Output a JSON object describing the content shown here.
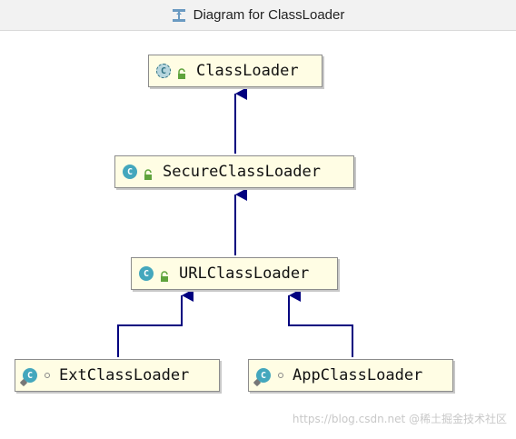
{
  "window": {
    "title": "Diagram for ClassLoader",
    "title_icon": "uml-diagram-icon"
  },
  "nodes": [
    {
      "id": "ClassLoader",
      "label": "ClassLoader",
      "kind": "abstract-class",
      "visibility": "public"
    },
    {
      "id": "SecureClassLoader",
      "label": "SecureClassLoader",
      "kind": "class",
      "visibility": "public"
    },
    {
      "id": "URLClassLoader",
      "label": "URLClassLoader",
      "kind": "class",
      "visibility": "public"
    },
    {
      "id": "ExtClassLoader",
      "label": "ExtClassLoader",
      "kind": "inner-class",
      "visibility": "package-private"
    },
    {
      "id": "AppClassLoader",
      "label": "AppClassLoader",
      "kind": "inner-class",
      "visibility": "package-private"
    }
  ],
  "edges": [
    {
      "from": "SecureClassLoader",
      "to": "ClassLoader",
      "type": "extends"
    },
    {
      "from": "URLClassLoader",
      "to": "SecureClassLoader",
      "type": "extends"
    },
    {
      "from": "ExtClassLoader",
      "to": "URLClassLoader",
      "type": "extends"
    },
    {
      "from": "AppClassLoader",
      "to": "URLClassLoader",
      "type": "extends"
    }
  ],
  "colors": {
    "node_fill": "#fffde4",
    "edge": "#00007f",
    "class_icon": "#44a7bd",
    "public_lock": "#5fa33c"
  },
  "watermark": "https://blog.csdn.net @稀土掘金技术社区"
}
